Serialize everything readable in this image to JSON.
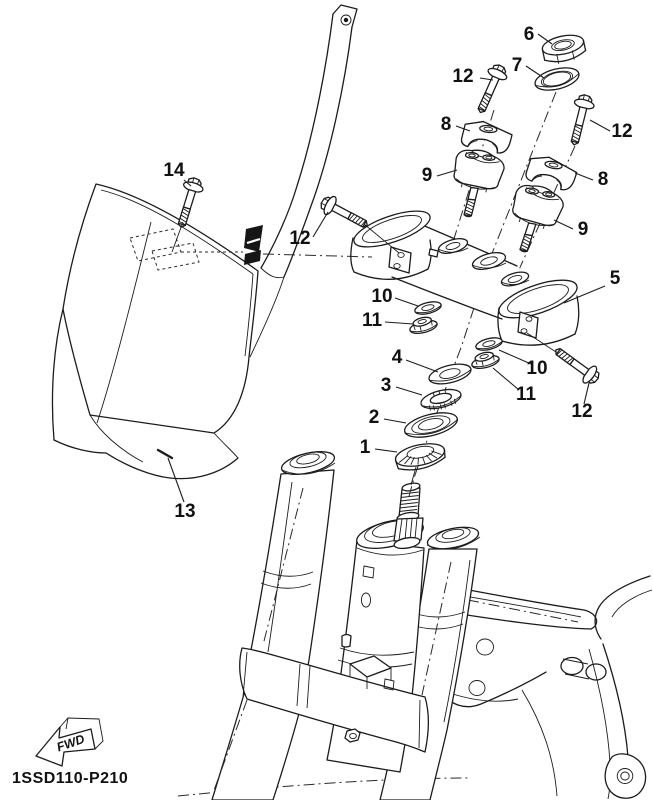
{
  "diagram": {
    "drawing_code": "1SSD110-P210",
    "fwd_label": "FWD",
    "ink_color": "#1c1c1c",
    "background": "#ffffff",
    "callouts": [
      {
        "label": "6"
      },
      {
        "label": "7"
      },
      {
        "label": "12"
      },
      {
        "label": "12"
      },
      {
        "label": "8"
      },
      {
        "label": "8"
      },
      {
        "label": "9"
      },
      {
        "label": "9"
      },
      {
        "label": "14"
      },
      {
        "label": "12"
      },
      {
        "label": "5"
      },
      {
        "label": "10"
      },
      {
        "label": "11"
      },
      {
        "label": "4"
      },
      {
        "label": "10"
      },
      {
        "label": "3"
      },
      {
        "label": "11"
      },
      {
        "label": "2"
      },
      {
        "label": "12"
      },
      {
        "label": "1"
      },
      {
        "label": "13"
      }
    ]
  }
}
